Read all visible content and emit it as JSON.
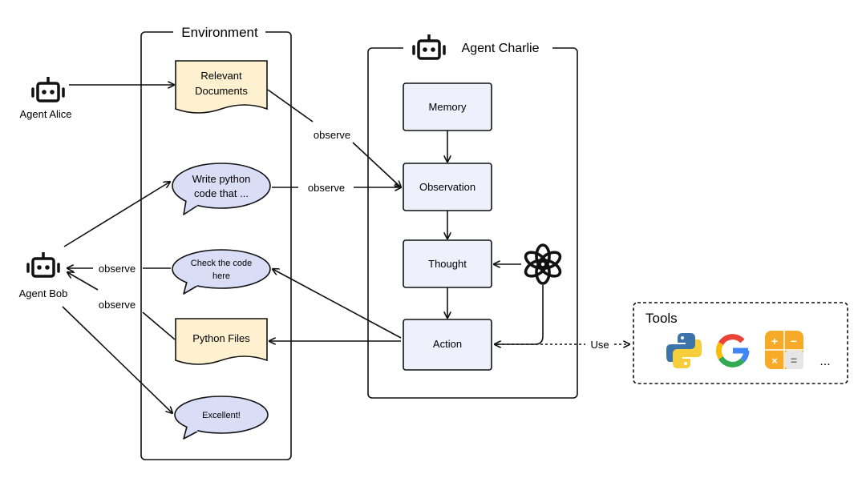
{
  "agents": {
    "alice": "Agent Alice",
    "bob": "Agent Bob",
    "charlie": "Agent Charlie"
  },
  "environment": {
    "title": "Environment",
    "items": {
      "relevant_documents": [
        "Relevant",
        "Documents"
      ],
      "write_python": [
        "Write python",
        "code that ..."
      ],
      "check_code": [
        "Check the code",
        "here"
      ],
      "python_files": "Python Files",
      "excellent": "Excellent!"
    }
  },
  "pipeline": {
    "memory": "Memory",
    "observation": "Observation",
    "thought": "Thought",
    "action": "Action"
  },
  "edge_labels": {
    "observe_docs": "observe",
    "observe_write": "observe",
    "observe_check": "observe",
    "observe_files": "observe",
    "use": "Use"
  },
  "tools": {
    "title": "Tools",
    "icons": [
      "python-logo",
      "google-logo",
      "calculator"
    ],
    "more": "...",
    "calculator_keys": [
      "+",
      "−",
      "×",
      "="
    ]
  },
  "colors": {
    "document": "#fdf1cf",
    "bubble": "#d9ddf5",
    "pipeline_box": "#eef1fc",
    "python_blue": "#3c74a9",
    "python_yellow": "#f6cd3b",
    "calc_orange": "#f7a928"
  }
}
